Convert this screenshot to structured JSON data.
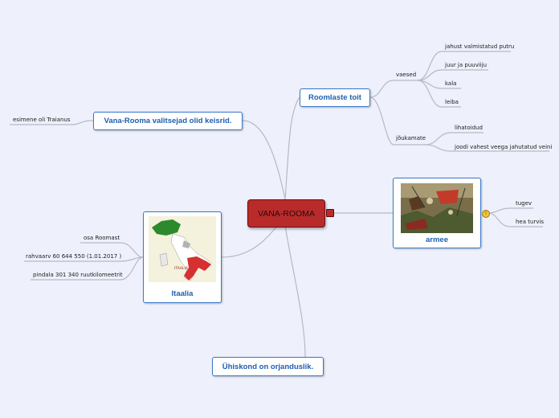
{
  "central": {
    "label": "VANA-ROOMA"
  },
  "topics": {
    "food": {
      "label": "Roomlaste toit"
    },
    "emperors": {
      "label": "Vana-Rooma valitsejad olid keisrid."
    },
    "italy": {
      "label": "Itaalia"
    },
    "army": {
      "label": "armee"
    },
    "society": {
      "label": "Ühiskond on orjanduslik."
    }
  },
  "food_branches": {
    "poor": {
      "label": "vaesed",
      "items": [
        "jahust valmistatud putru",
        "juur ja puuviiju",
        "kala",
        "leiba"
      ]
    },
    "rich": {
      "label": "jõukamate",
      "items": [
        "lihatoidud",
        "joodi vahest veega jahutatud veini"
      ]
    }
  },
  "emperors_leaves": [
    "esimene oli Traianus"
  ],
  "italy_leaves": [
    "osa Roomast",
    "rahvaarv 60 644 550 (1.01.2017 )",
    "pindala 301 340 ruutkilomeetrit"
  ],
  "italy_map_label": "ITAALIA",
  "army_leaves": [
    "tugev",
    "hea turvis"
  ],
  "army_marker": "!",
  "colors": {
    "topic_border": "#3a79c8",
    "topic_text": "#1e5fb0",
    "central_fill": "#b92b2b",
    "background": "#eef0fb",
    "connector": "#b8bcc8"
  }
}
